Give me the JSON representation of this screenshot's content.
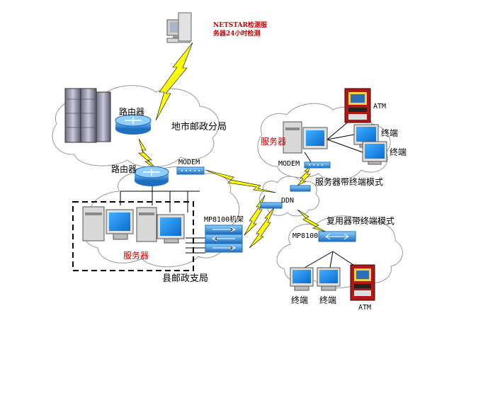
{
  "monitor": {
    "line1": "NETSTAR检测服",
    "line2": "务器24小时检测"
  },
  "city_bureau": {
    "router_label": "路由器",
    "name": "地市邮政分局"
  },
  "county_bureau": {
    "router_label": "路由器",
    "modem_label": "MODEM",
    "server_label": "服务器",
    "rack_label": "MP8100机架",
    "name": "县邮政支局"
  },
  "ddn": {
    "label": "DDN"
  },
  "server_terminal_site": {
    "atm_label": "ATM",
    "terminal1_label": "终端",
    "terminal2_label": "终端",
    "server_label": "服务器",
    "modem_label": "MODEM",
    "mode_label": "服务器带终端模式"
  },
  "mux_terminal_site": {
    "mode_label": "复用器带终端模式",
    "mux_label": "MP8100",
    "terminal1_label": "终端",
    "terminal2_label": "终端",
    "atm_label": "ATM"
  },
  "colors": {
    "lightning": "#ffff00",
    "device_blue": "#3a8fd8",
    "cloud_stroke": "#9a9a9a",
    "red_text": "#cc0000"
  }
}
